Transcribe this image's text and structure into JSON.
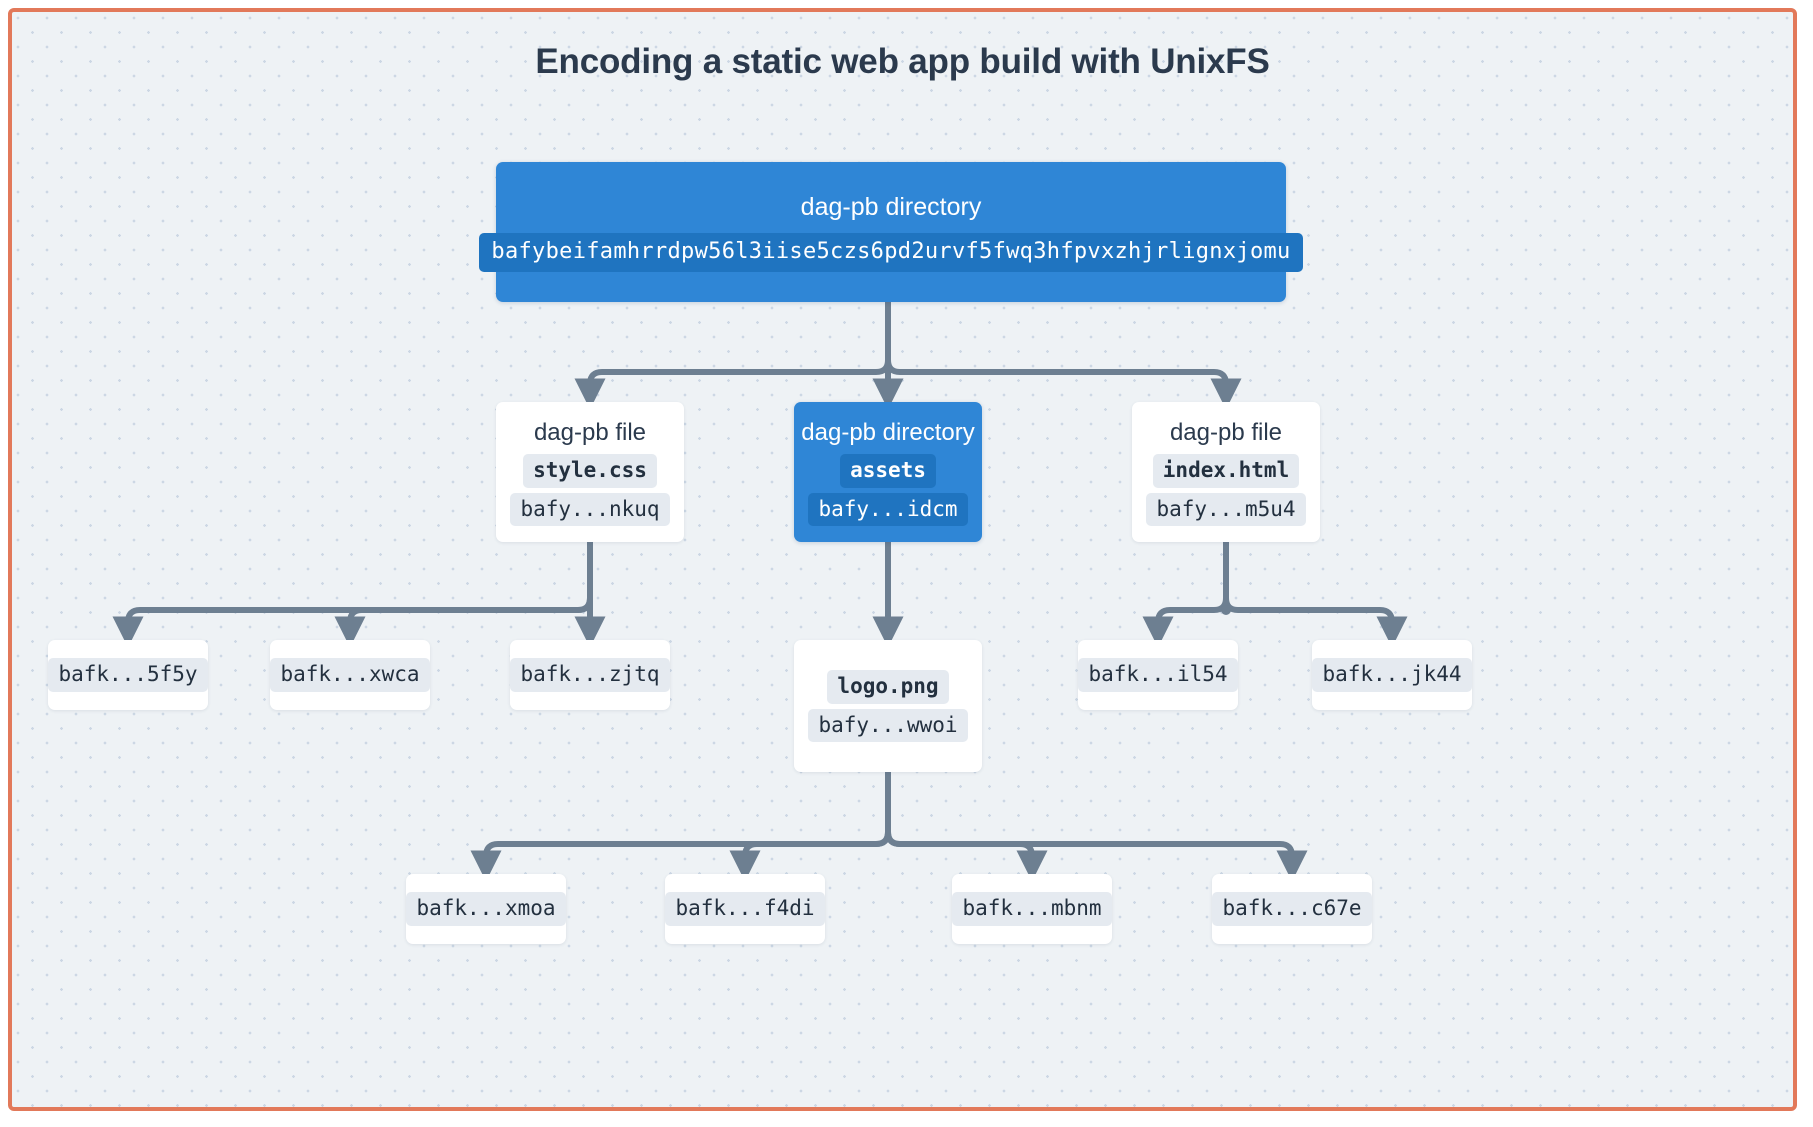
{
  "page": {
    "title": "Encoding a static web app build with UnixFS",
    "frame_color": "#e2795a",
    "canvas_color": "#eef2f5",
    "accent_color": "#2f86d6",
    "edge_color": "#6d7f91"
  },
  "nodes": {
    "root": {
      "kind": "dag-pb directory",
      "cid": "bafybeifamhrrdpw56l3iise5czs6pd2urvf5fwq3hfpvxzhjrlignxjomu"
    },
    "style_css": {
      "kind": "dag-pb file",
      "name": "style.css",
      "cid": "bafy...nkuq"
    },
    "assets": {
      "kind": "dag-pb directory",
      "name": "assets",
      "cid": "bafy...idcm"
    },
    "index_html": {
      "kind": "dag-pb file",
      "name": "index.html",
      "cid": "bafy...m5u4"
    },
    "logo_png": {
      "name": "logo.png",
      "cid": "bafy...wwoi"
    },
    "style_blocks": [
      {
        "cid": "bafk...5f5y"
      },
      {
        "cid": "bafk...xwca"
      },
      {
        "cid": "bafk...zjtq"
      }
    ],
    "index_blocks": [
      {
        "cid": "bafk...il54"
      },
      {
        "cid": "bafk...jk44"
      }
    ],
    "logo_blocks": [
      {
        "cid": "bafk...xmoa"
      },
      {
        "cid": "bafk...f4di"
      },
      {
        "cid": "bafk...mbnm"
      },
      {
        "cid": "bafk...c67e"
      }
    ]
  }
}
